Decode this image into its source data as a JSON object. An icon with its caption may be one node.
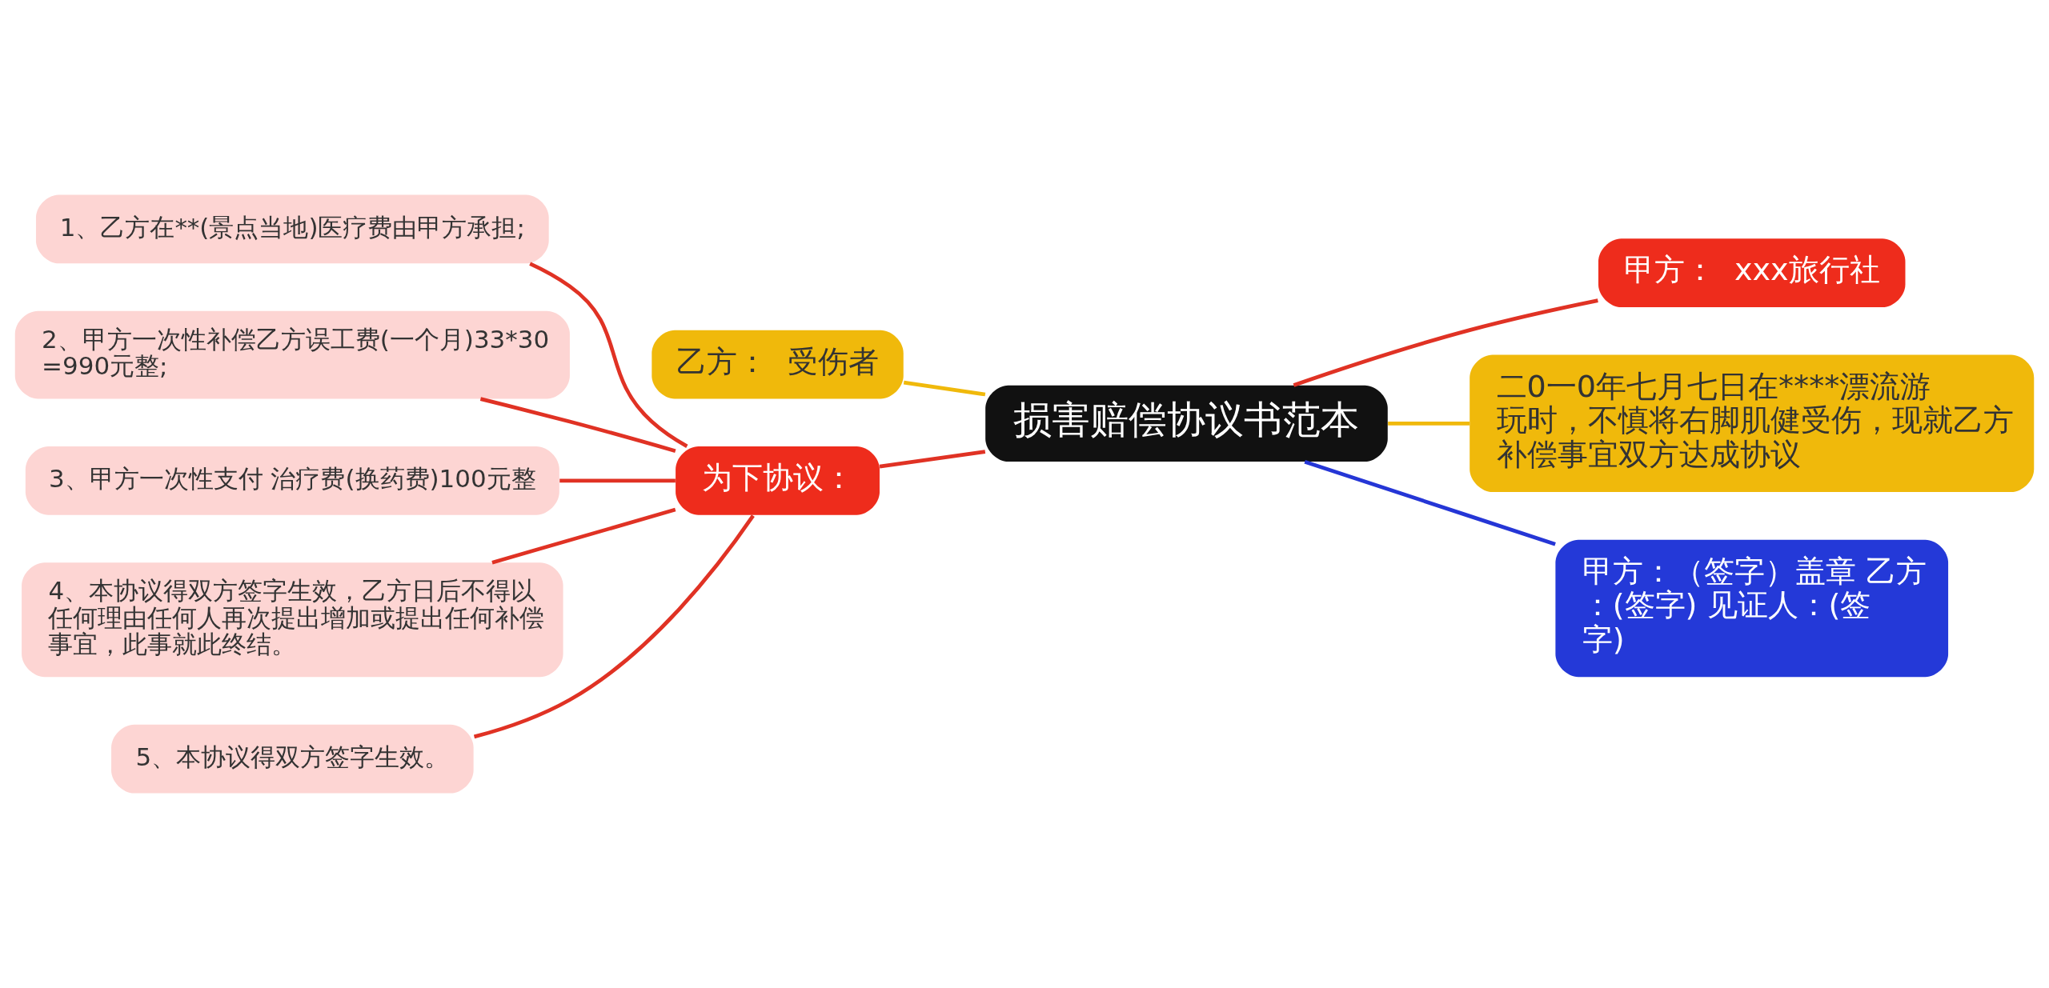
{
  "diagram": {
    "nodes": [
      {
        "text": [
          "损害赔偿协议书范本"
        ]
      },
      {
        "text": [
          "乙方：  受伤者"
        ]
      },
      {
        "text": [
          "为下协议："
        ]
      },
      {
        "text": [
          "1、乙方在**(景点当地)医疗费由甲方承担;"
        ]
      },
      {
        "text": [
          "2、甲方一次性补偿乙方误工费(一个月)33*30=990元整;"
        ]
      },
      {
        "text": [
          "3、甲方一次性支付 治疗费(换药费)100元整"
        ]
      },
      {
        "text": [
          "4、本协议得双方签字生效，乙方日后不得以任何理由任何人再次提出增加或提出任何补偿事宜，此事就此终结。"
        ]
      },
      {
        "text": [
          "5、本协议得双方签字生效。"
        ]
      },
      {
        "text": [
          "甲方：  xxx旅行社"
        ]
      },
      {
        "text": [
          "二0一0年七月七日在****漂流游玩时，不慎将右脚肌健受伤，现就乙方补偿事宜双方达成协议"
        ]
      },
      {
        "text": [
          "甲方：（签字）盖章 乙方：(签字) 见证人：(签字)"
        ]
      }
    ],
    "edges": [
      {
        "from": 1,
        "to": 0,
        "arrow": "none",
        "color": "#f0b90b"
      },
      {
        "from": 2,
        "to": 0,
        "arrow": "none"
      },
      {
        "from": 3,
        "to": 2,
        "arrow": "none"
      },
      {
        "from": 4,
        "to": 2,
        "arrow": "none"
      },
      {
        "from": 5,
        "to": 2,
        "arrow": "none"
      },
      {
        "from": 6,
        "to": 2,
        "arrow": "none"
      },
      {
        "from": 7,
        "to": 2,
        "arrow": "none"
      },
      {
        "from": 0,
        "to": 8,
        "arrow": "none"
      },
      {
        "from": 0,
        "to": 9,
        "arrow": "none",
        "color": "#f0b90b"
      },
      {
        "from": 0,
        "to": 10,
        "arrow": "none",
        "color": "#2536d6"
      }
    ]
  }
}
